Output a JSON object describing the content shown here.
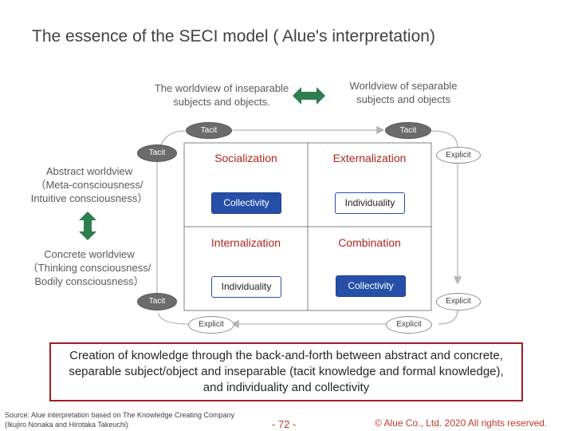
{
  "title": "The essence of the SECI model ( Alue's interpretation)",
  "worldview": {
    "inseparable": [
      "The worldview of inseparable",
      "subjects and objects."
    ],
    "separable": [
      "Worldview of separable",
      "subjects and objects"
    ]
  },
  "side": {
    "abstract": [
      "Abstract worldview",
      "（Meta-consciousness/",
      "Intuitive consciousness）"
    ],
    "concrete": [
      "Concrete worldview",
      "（Thinking consciousness/",
      "Bodily consciousness）"
    ]
  },
  "quadrants": {
    "socialization": {
      "title": "Socialization",
      "tag": "Collectivity"
    },
    "externalization": {
      "title": "Externalization",
      "tag": "Individuality"
    },
    "internalization": {
      "title": "Internalization",
      "tag": "Individuality"
    },
    "combination": {
      "title": "Combination",
      "tag": "Collectivity"
    }
  },
  "pills": {
    "tacit": "Tacit",
    "explicit": "Explicit"
  },
  "summary": [
    "Creation of knowledge through the back-and-forth between abstract and concrete,",
    "separable subject/object and inseparable (tacit knowledge and formal knowledge),",
    "and individuality and collectivity"
  ],
  "footer": {
    "source": [
      "Source: Alue interpretation based on The Knowledge Creating Company",
      "(Ikujiro Nonaka and Hirotaka Takeuchi)"
    ],
    "page": "- 72 -",
    "copyright": "© Alue Co., Ltd.  2020  All rights reserved."
  },
  "colors": {
    "accent_red": "#b0241c",
    "box_blue": "#2650a8",
    "arrow_green": "#2e7d4f"
  }
}
